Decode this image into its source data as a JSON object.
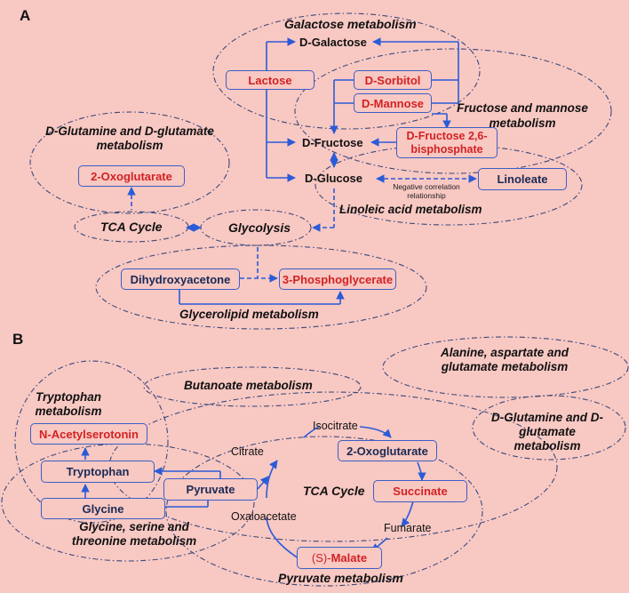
{
  "panel_a": {
    "label": "A",
    "galactose_metabolism": "Galactose metabolism",
    "d_galactose": "D-Galactose",
    "lactose": "Lactose",
    "d_sorbitol": "D-Sorbitol",
    "d_mannose": "D-Mannose",
    "fructose_mannose_metabolism": "Fructose and mannose metabolism",
    "d_fructose": "D-Fructose",
    "d_fructose_26_bisphosphate": "D-Fructose 2,6-bisphosphate",
    "d_glutamine_metabolism": "D-Glutamine and D-glutamate metabolism",
    "two_oxoglutarate": "2-Oxoglutarate",
    "d_glucose": "D-Glucose",
    "negative_correlation": "Negative correlation relationship",
    "linoleate": "Linoleate",
    "linoleic_acid_metabolism": "Linoleic acid metabolism",
    "tca_cycle": "TCA Cycle",
    "glycolysis": "Glycolysis",
    "dihydroxyacetone": "Dihydroxyacetone",
    "three_phosphoglycerate": "3-Phosphoglycerate",
    "glycerolipid_metabolism": "Glycerolipid metabolism"
  },
  "panel_b": {
    "label": "B",
    "alanine_metabolism": "Alanine, aspartate and glutamate metabolism",
    "butanoate_metabolism": "Butanoate metabolism",
    "tryptophan_metabolism": "Tryptophan metabolism",
    "isocitrate": "Isocitrate",
    "d_glutamine_metabolism": "D-Glutamine and D-glutamate metabolism",
    "n_acetylserotonin": "N-Acetylserotonin",
    "citrate": "Citrate",
    "two_oxoglutarate": "2-Oxoglutarate",
    "tryptophan": "Tryptophan",
    "pyruvate": "Pyruvate",
    "tca_cycle": "TCA Cycle",
    "succinate": "Succinate",
    "glycine": "Glycine",
    "oxaloacetate": "Oxaloacetate",
    "glycine_serine_metabolism": "Glycine, serine and threonine metabolism",
    "fumarate": "Fumarate",
    "s_prefix": "(S)-",
    "malate": "Malate",
    "pyruvate_metabolism": "Pyruvate metabolism"
  },
  "colors": {
    "background": "#f8c8c3",
    "arrow": "#2b5bd7",
    "dashed_outline": "#3a4a7a",
    "highlight_text": "#d32222"
  }
}
